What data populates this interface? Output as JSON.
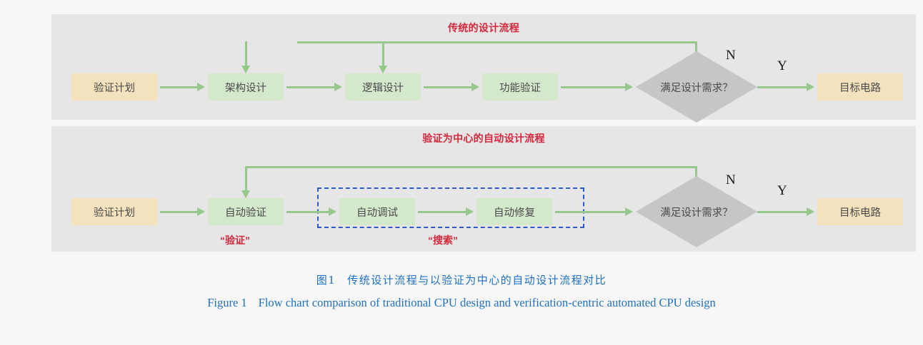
{
  "figure": {
    "caption_cn_prefix": "图1",
    "caption_cn_text": "传统设计流程与以验证为中心的自动设计流程对比",
    "caption_en_prefix": "Figure 1",
    "caption_en_text": "Flow chart comparison of traditional CPU design and verification-centric automated CPU design"
  },
  "colors": {
    "page_background": "#f7f7f7",
    "panel_background": "#e6e6e6",
    "node_yellow": "#f3e2bd",
    "node_green": "#d4e8cc",
    "decision_gray": "#c6c6c6",
    "connector_green": "#96c78b",
    "title_red": "#d5283c",
    "dashed_blue": "#2f59c9",
    "caption_blue": "#1f6fc4"
  },
  "panels": [
    {
      "id": "traditional",
      "title": "传统的设计流程",
      "nodes": [
        {
          "name": "verification-plan",
          "label": "验证计划",
          "shape": "rect",
          "fill": "yellow"
        },
        {
          "name": "architecture-design",
          "label": "架构设计",
          "shape": "rect",
          "fill": "green"
        },
        {
          "name": "logic-design",
          "label": "逻辑设计",
          "shape": "rect",
          "fill": "green"
        },
        {
          "name": "function-verify",
          "label": "功能验证",
          "shape": "rect",
          "fill": "green"
        },
        {
          "name": "decision",
          "label": "满足设计需求？",
          "shape": "diamond",
          "fill": "gray"
        },
        {
          "name": "target-circuit",
          "label": "目标电路",
          "shape": "rect",
          "fill": "yellow"
        }
      ],
      "branch_labels": {
        "no": "N",
        "yes": "Y"
      }
    },
    {
      "id": "automated",
      "title": "验证为中心的自动设计流程",
      "nodes": [
        {
          "name": "verification-plan",
          "label": "验证计划",
          "shape": "rect",
          "fill": "yellow"
        },
        {
          "name": "auto-verify",
          "label": "自动验证",
          "shape": "rect",
          "fill": "green"
        },
        {
          "name": "auto-debug",
          "label": "自动调试",
          "shape": "rect",
          "fill": "green"
        },
        {
          "name": "auto-repair",
          "label": "自动修复",
          "shape": "rect",
          "fill": "green"
        },
        {
          "name": "decision",
          "label": "满足设计需求？",
          "shape": "diamond",
          "fill": "gray"
        },
        {
          "name": "target-circuit",
          "label": "目标电路",
          "shape": "rect",
          "fill": "yellow"
        }
      ],
      "branch_labels": {
        "no": "N",
        "yes": "Y"
      },
      "annotations": [
        {
          "name": "verify-annotation",
          "label": "“验证”"
        },
        {
          "name": "search-annotation",
          "label": "“搜索”"
        }
      ]
    }
  ]
}
